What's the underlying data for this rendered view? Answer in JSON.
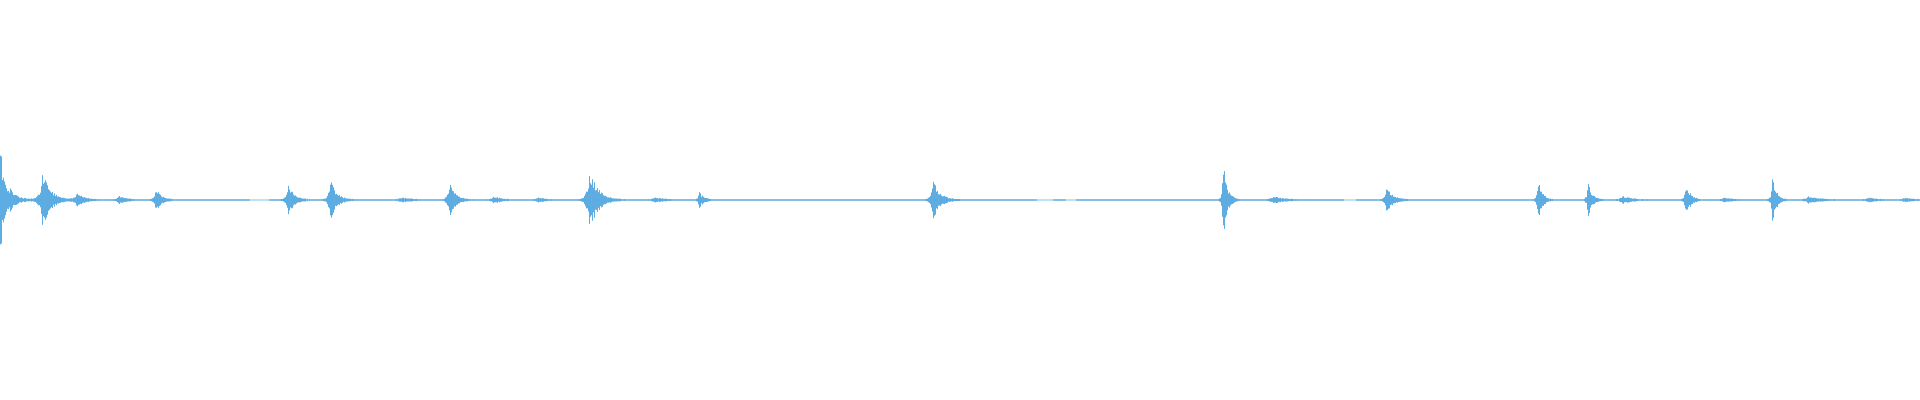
{
  "waveform": {
    "color": "#5dade2",
    "background": "#ffffff",
    "baseline_amplitude": 0.004,
    "bursts": [
      {
        "t": 0.0,
        "amp": 0.53,
        "w": 0.0012
      },
      {
        "t": 0.005,
        "amp": 0.08,
        "w": 0.003
      },
      {
        "t": 0.022,
        "amp": 0.23,
        "w": 0.003
      },
      {
        "t": 0.04,
        "amp": 0.06,
        "w": 0.0025
      },
      {
        "t": 0.062,
        "amp": 0.03,
        "w": 0.003
      },
      {
        "t": 0.081,
        "amp": 0.1,
        "w": 0.002
      },
      {
        "t": 0.15,
        "amp": 0.14,
        "w": 0.0022
      },
      {
        "t": 0.172,
        "amp": 0.18,
        "w": 0.0022
      },
      {
        "t": 0.209,
        "amp": 0.02,
        "w": 0.004
      },
      {
        "t": 0.234,
        "amp": 0.15,
        "w": 0.0022
      },
      {
        "t": 0.257,
        "amp": 0.03,
        "w": 0.003
      },
      {
        "t": 0.28,
        "amp": 0.02,
        "w": 0.003
      },
      {
        "t": 0.307,
        "amp": 0.26,
        "w": 0.003
      },
      {
        "t": 0.341,
        "amp": 0.02,
        "w": 0.004
      },
      {
        "t": 0.364,
        "amp": 0.07,
        "w": 0.0015
      },
      {
        "t": 0.486,
        "amp": 0.16,
        "w": 0.0025
      },
      {
        "t": 0.637,
        "amp": 0.32,
        "w": 0.0014
      },
      {
        "t": 0.663,
        "amp": 0.03,
        "w": 0.004
      },
      {
        "t": 0.722,
        "amp": 0.12,
        "w": 0.0022
      },
      {
        "t": 0.801,
        "amp": 0.19,
        "w": 0.0014
      },
      {
        "t": 0.827,
        "amp": 0.14,
        "w": 0.0016
      },
      {
        "t": 0.845,
        "amp": 0.03,
        "w": 0.004
      },
      {
        "t": 0.878,
        "amp": 0.14,
        "w": 0.0016
      },
      {
        "t": 0.898,
        "amp": 0.02,
        "w": 0.003
      },
      {
        "t": 0.923,
        "amp": 0.2,
        "w": 0.0014
      },
      {
        "t": 0.942,
        "amp": 0.03,
        "w": 0.004
      },
      {
        "t": 0.973,
        "amp": 0.02,
        "w": 0.003
      },
      {
        "t": 0.992,
        "amp": 0.02,
        "w": 0.003
      }
    ],
    "gaps": [
      [
        0.13,
        0.14
      ],
      [
        0.54,
        0.548
      ],
      [
        0.555,
        0.56
      ],
      [
        0.7,
        0.706
      ]
    ]
  }
}
